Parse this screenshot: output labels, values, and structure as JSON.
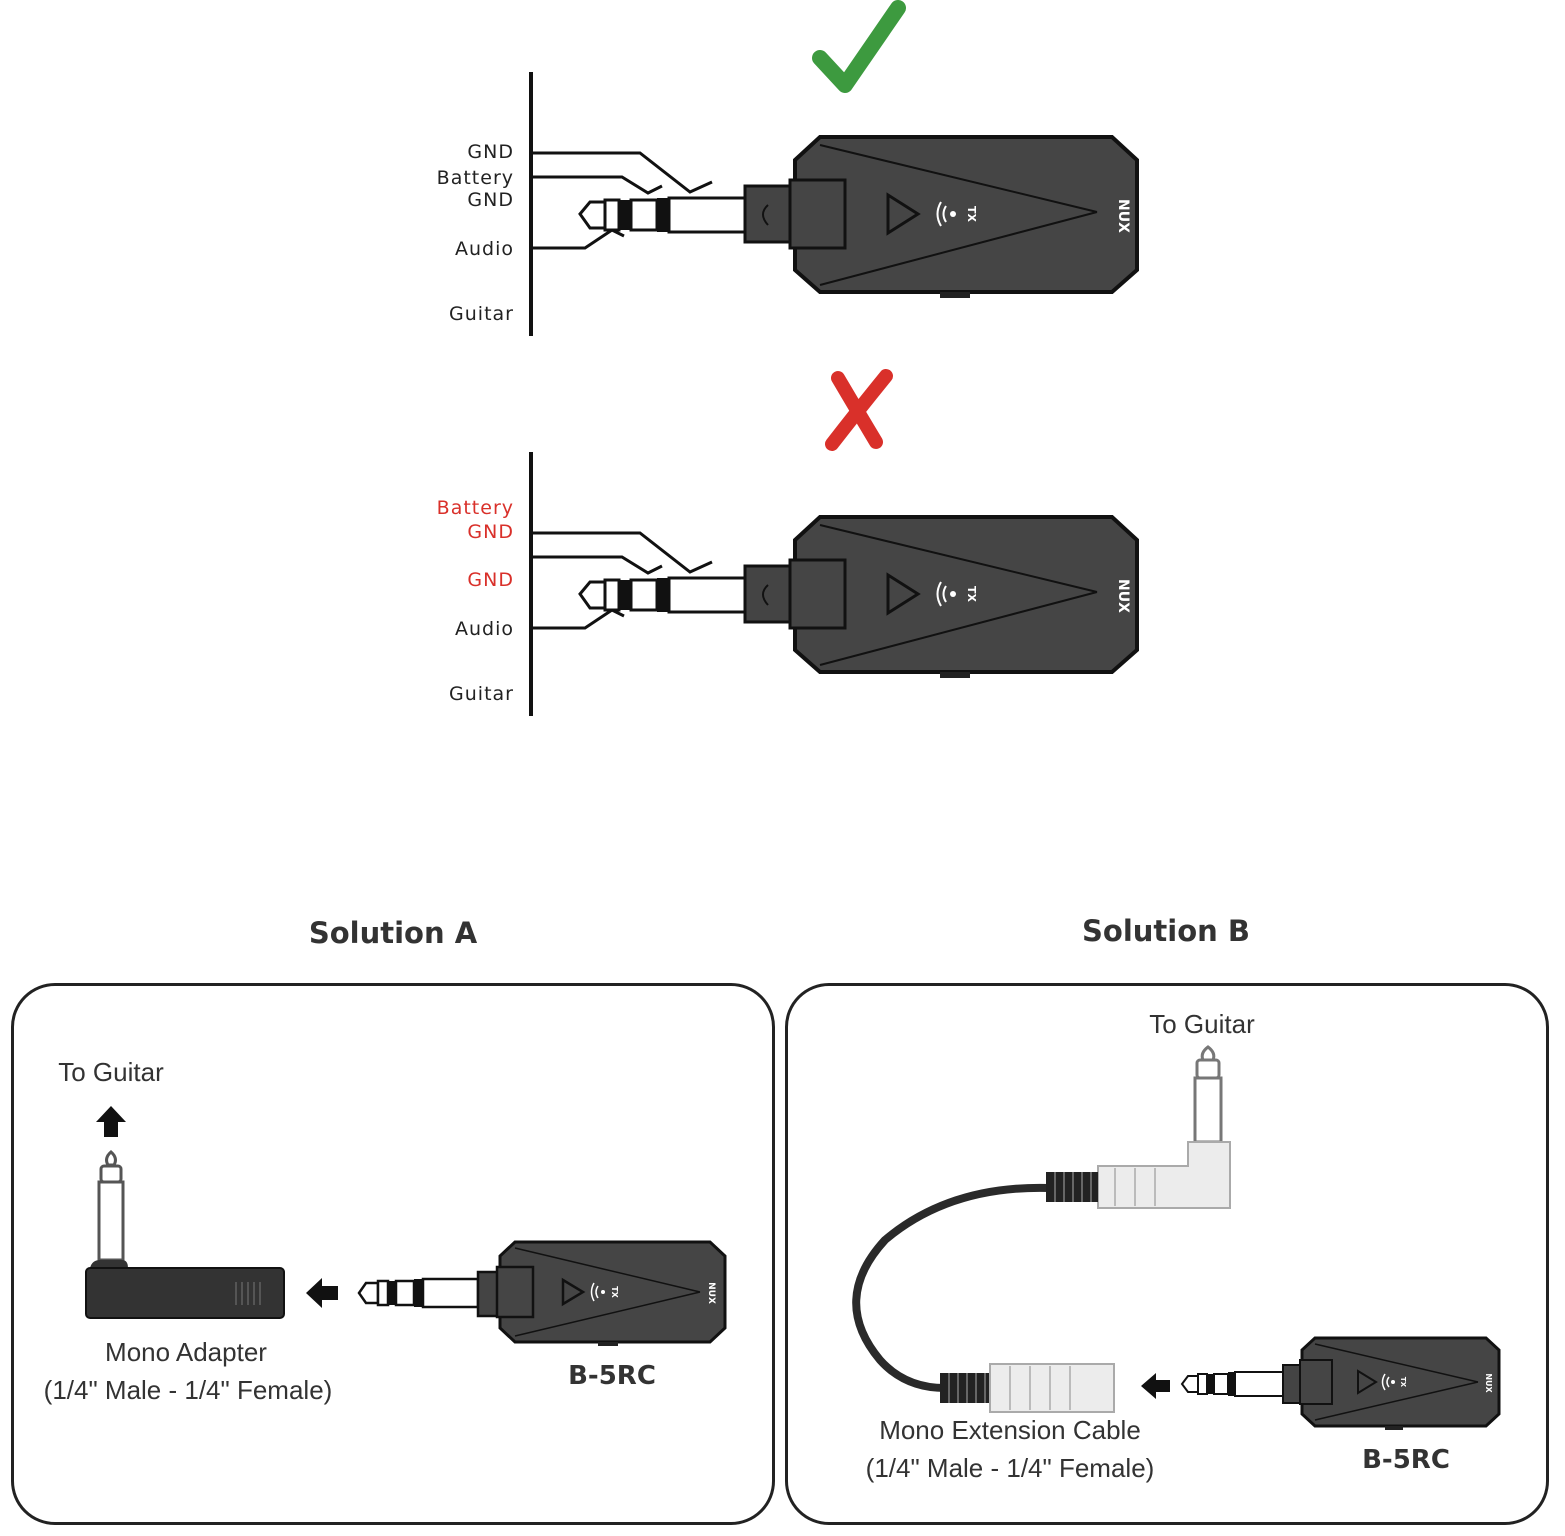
{
  "correct": {
    "status_icon": "check-icon",
    "status_color": "#3d9a3f",
    "labels": {
      "gnd": "GND",
      "battery": "Battery",
      "battery_gnd": "GND",
      "audio": "Audio",
      "guitar": "Guitar"
    }
  },
  "incorrect": {
    "status_icon": "cross-icon",
    "status_color": "#d9302a",
    "labels": {
      "battery": "Battery",
      "battery_gnd": "GND",
      "gnd": "GND",
      "audio": "Audio",
      "guitar": "Guitar"
    }
  },
  "device": {
    "brand": "NUX",
    "badge": "TX"
  },
  "solution_a": {
    "title": "Solution A",
    "to_guitar": "To Guitar",
    "adapter_line1": "Mono Adapter",
    "adapter_line2": "(1/4\" Male - 1/4\" Female)",
    "device_name": "B-5RC"
  },
  "solution_b": {
    "title": "Solution B",
    "to_guitar": "To Guitar",
    "cable_line1": "Mono Extension Cable",
    "cable_line2": "(1/4\" Male - 1/4\" Female)",
    "device_name": "B-5RC"
  }
}
